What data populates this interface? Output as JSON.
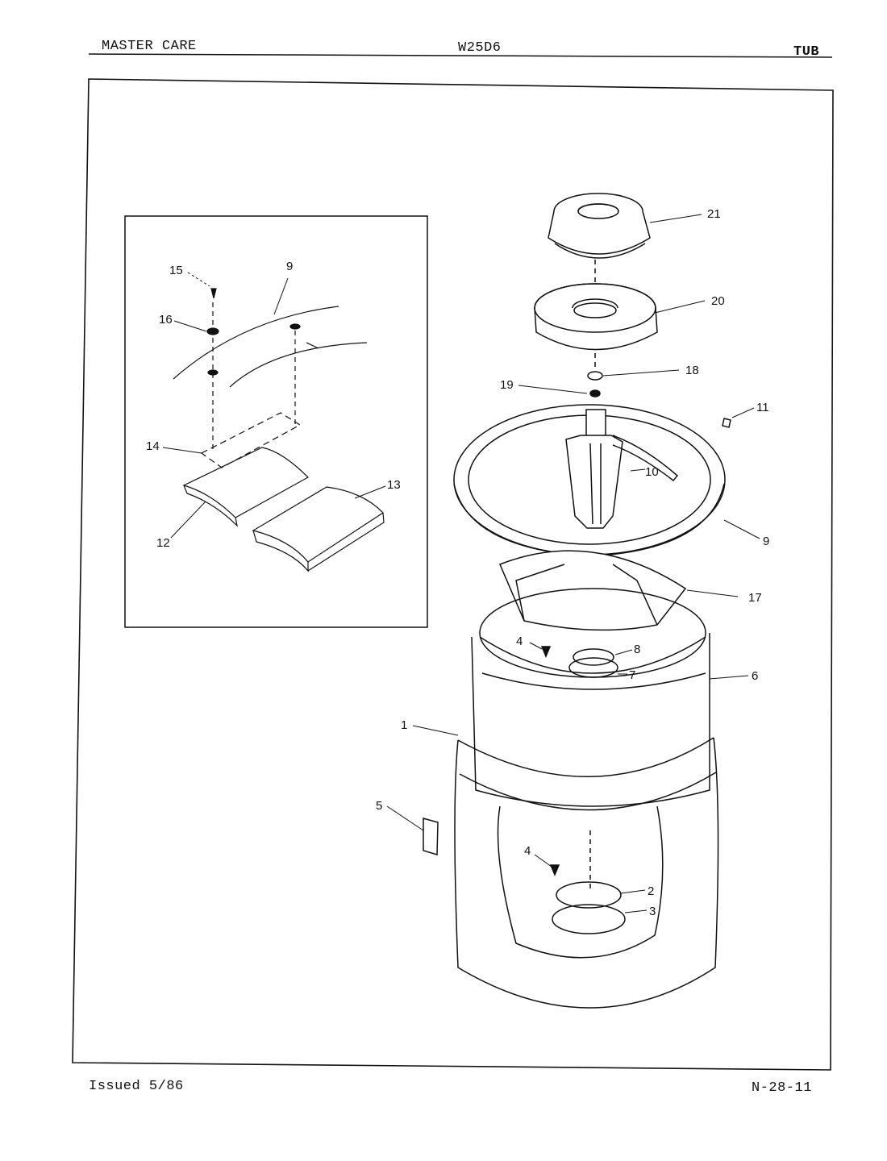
{
  "header": {
    "brand": "MASTER CARE",
    "model": "W25D6",
    "section": "TUB"
  },
  "footer": {
    "issued": "Issued 5/86",
    "page_code": "N-28-11"
  },
  "inset_labels": [
    "15",
    "9",
    "16",
    "14",
    "13",
    "12"
  ],
  "main_labels": [
    "21",
    "20",
    "18",
    "19",
    "11",
    "10",
    "9",
    "17",
    "4",
    "8",
    "7",
    "6",
    "1",
    "5",
    "4",
    "2",
    "3"
  ]
}
